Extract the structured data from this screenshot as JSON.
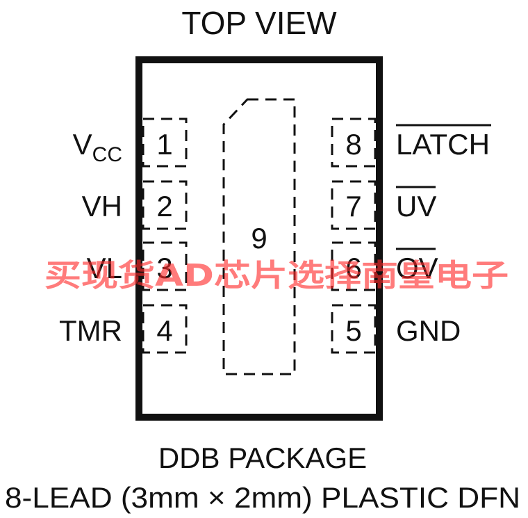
{
  "title": "TOP VIEW",
  "package_name": "DDB PACKAGE",
  "package_desc": "8-LEAD (3mm × 2mm) PLASTIC DFN",
  "exposed_pad": "9",
  "left_pins": [
    {
      "num": "1",
      "name": "V",
      "sub": "CC",
      "overline": false
    },
    {
      "num": "2",
      "name": "VH",
      "sub": "",
      "overline": false
    },
    {
      "num": "3",
      "name": "VL",
      "sub": "",
      "overline": false
    },
    {
      "num": "4",
      "name": "TMR",
      "sub": "",
      "overline": false
    }
  ],
  "right_pins": [
    {
      "num": "8",
      "name": "LATCH",
      "overline": true
    },
    {
      "num": "7",
      "name": "UV",
      "overline": true
    },
    {
      "num": "6",
      "name": "OV",
      "overline": true
    },
    {
      "num": "5",
      "name": "GND",
      "overline": false
    }
  ],
  "watermark": "买现货AD芯片选择南皇电子",
  "colors": {
    "line": "#111111",
    "watermark": "#ff2a2a"
  }
}
